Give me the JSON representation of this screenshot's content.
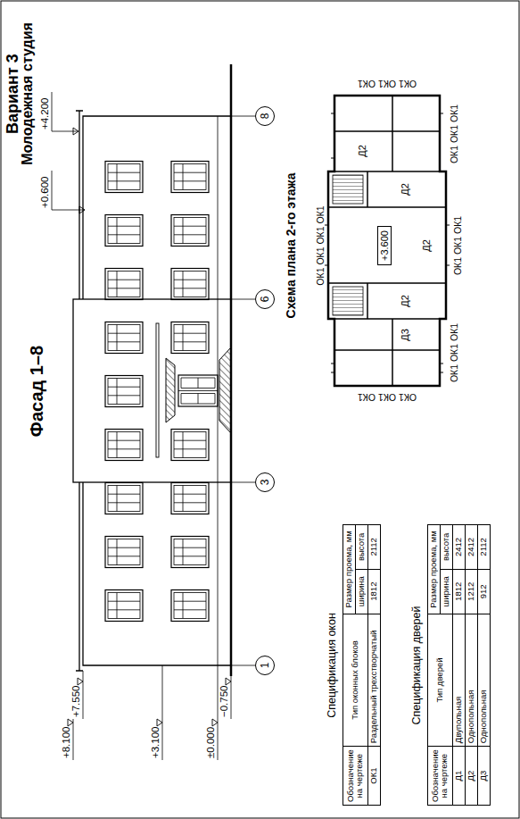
{
  "diagram": {
    "title": "Вариант 3",
    "nodes": [
      {
        "text": [
          "1"
        ]
      },
      {
        "text": [
          "3"
        ]
      },
      {
        "text": [
          "6"
        ]
      },
      {
        "text": [
          "8"
        ]
      },
      {
        "text": [
          "+3.600"
        ]
      }
    ],
    "labels": [
      "Молодежная студия",
      "Фасад 1–8",
      "+8.100",
      "+7.550",
      "+3.100",
      "±0.000",
      "−0.750",
      "+4.200",
      "+0.600",
      "Схема плана 2-го этажа",
      "ОК1 ОК1 ОК1 ОК1",
      "ОК1 ОК1 ОК1",
      "ОК1 ОК1 ОК1",
      "ОК1 ОК1 ОК1",
      "ОК1 ОК1 ОК1",
      "ОК1 ОК1 ОК1",
      "Д3",
      "Д2",
      "Д2",
      "Д2",
      "Д2",
      "Спецификация окон",
      "Обозначение на чертеже",
      "Тип оконных блоков",
      "Размер проема, мм",
      "ширина",
      "высота",
      "ОК1",
      "Раздельный трехстворчатый",
      "1812",
      "2112",
      "Спецификация дверей",
      "Обозначение на чертеже",
      "Тип дверей",
      "Размер проема, мм",
      "ширина",
      "высота",
      "Д1",
      "Двупольная",
      "1812",
      "2412",
      "Д2",
      "Однопольная",
      "1212",
      "2412",
      "Д3",
      "Однопольная",
      "912",
      "2112"
    ]
  }
}
